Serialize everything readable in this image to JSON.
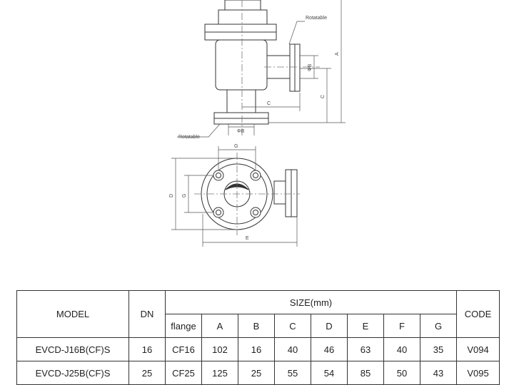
{
  "drawing": {
    "labels": {
      "rotatable_top": "Rotatable",
      "rotatable_bottom": "Rotatable",
      "dim_a": "A",
      "dim_b_side": "ΦB",
      "dim_b_bottom": "ΦB",
      "dim_c_horizontal": "C",
      "dim_c_vertical": "C",
      "dim_g_top": "G",
      "dim_g_left": "G",
      "dim_d": "D",
      "dim_e": "E"
    }
  },
  "table": {
    "model_header": "MODEL",
    "dn_header": "DN",
    "size_header": "SIZE(mm)",
    "code_header": "CODE",
    "size_columns": [
      "flange",
      "A",
      "B",
      "C",
      "D",
      "E",
      "F",
      "G"
    ],
    "rows": [
      {
        "model": "EVCD-J16B(CF)S",
        "dn": "16",
        "flange": "CF16",
        "a": "102",
        "b": "16",
        "c": "40",
        "d": "46",
        "e": "63",
        "f": "40",
        "g": "35",
        "code": "V094"
      },
      {
        "model": "EVCD-J25B(CF)S",
        "dn": "25",
        "flange": "CF25",
        "a": "125",
        "b": "25",
        "c": "55",
        "d": "54",
        "e": "85",
        "f": "50",
        "g": "43",
        "code": "V095"
      }
    ]
  }
}
